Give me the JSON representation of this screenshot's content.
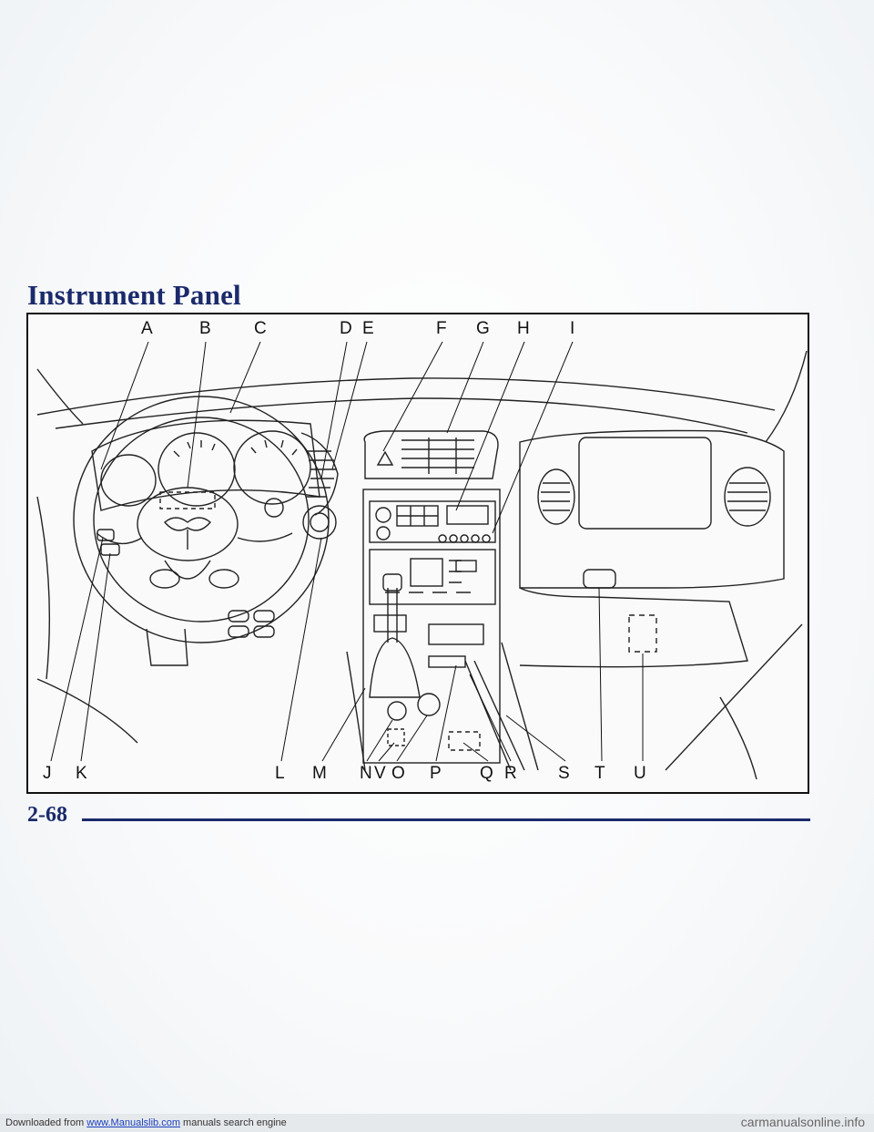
{
  "page": {
    "title": "Instrument Panel",
    "page_number": "2-68"
  },
  "callouts": {
    "top": [
      "A",
      "B",
      "C",
      "D",
      "E",
      "F",
      "G",
      "H",
      "I"
    ],
    "bottom": [
      "J",
      "K",
      "L",
      "M",
      "N",
      "V",
      "O",
      "P",
      "Q",
      "R",
      "S",
      "T",
      "U"
    ]
  },
  "footer": {
    "prefix": "Downloaded from ",
    "link_text": "www.Manualslib.com",
    "suffix": " manuals search engine",
    "watermark": "carmanualsonline.info"
  }
}
